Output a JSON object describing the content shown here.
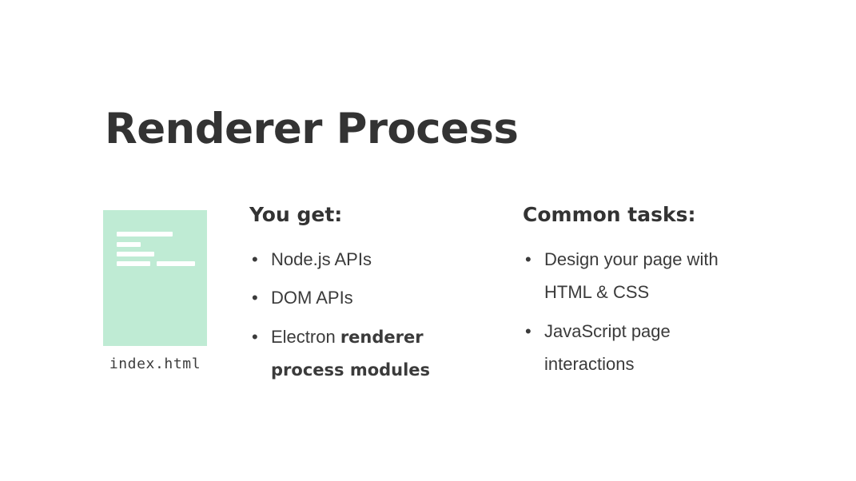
{
  "slide": {
    "title": "Renderer Process",
    "background_color": "#ffffff",
    "title_color": "#333333",
    "body_text_color": "#3b3b3b",
    "accent_color": "#bfebd4"
  },
  "document_icon": {
    "icon_name": "html-document-icon",
    "fill_color": "#bfebd4",
    "filename": "index.html"
  },
  "columns": [
    {
      "heading": "You get:",
      "items": [
        {
          "text": "Node.js APIs",
          "bold_suffix": ""
        },
        {
          "text": "DOM APIs",
          "bold_suffix": ""
        },
        {
          "text": "Electron ",
          "bold_suffix": "renderer process modules"
        }
      ]
    },
    {
      "heading": "Common tasks:",
      "items": [
        {
          "text": "Design your page with HTML & CSS",
          "bold_suffix": ""
        },
        {
          "text": "JavaScript page interactions",
          "bold_suffix": ""
        }
      ]
    }
  ],
  "bullet_glyph": "•"
}
